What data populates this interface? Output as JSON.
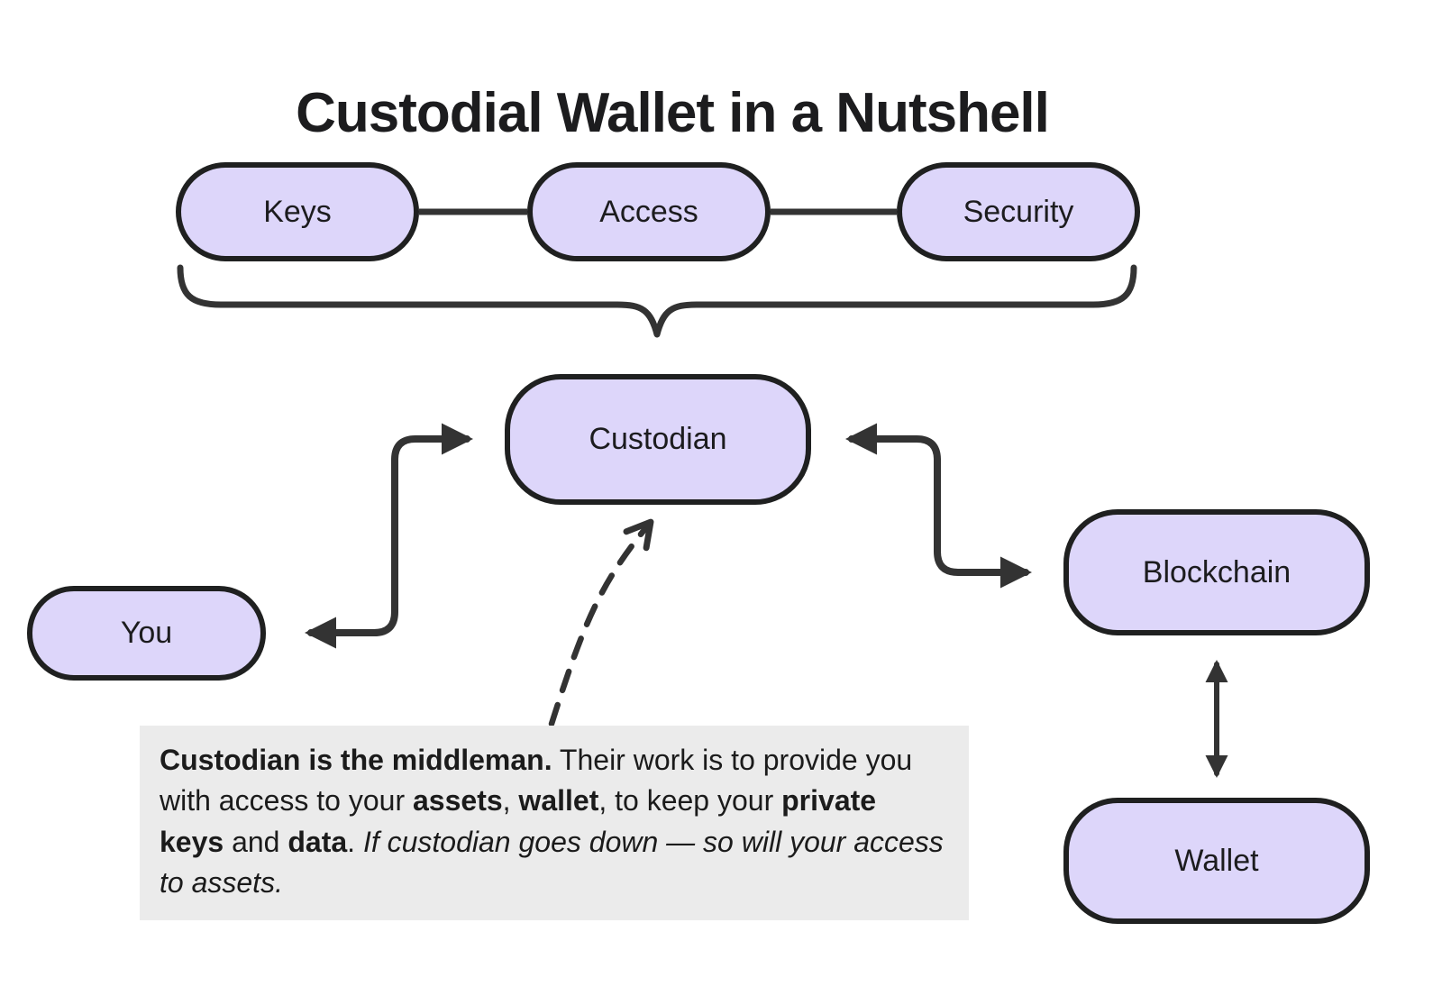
{
  "title": "Custodial Wallet in a Nutshell",
  "nodes": {
    "keys": {
      "label": "Keys"
    },
    "access": {
      "label": "Access"
    },
    "security": {
      "label": "Security"
    },
    "custodian": {
      "label": "Custodian"
    },
    "you": {
      "label": "You"
    },
    "blockchain": {
      "label": "Blockchain"
    },
    "wallet": {
      "label": "Wallet"
    }
  },
  "annotation": {
    "segments": [
      {
        "text": "Custodian is the middleman.",
        "style": "bold"
      },
      {
        "text": " Their work is to provide you with access to your ",
        "style": "normal"
      },
      {
        "text": "assets",
        "style": "bold"
      },
      {
        "text": ", ",
        "style": "normal"
      },
      {
        "text": "wallet",
        "style": "bold"
      },
      {
        "text": ", to keep your ",
        "style": "normal"
      },
      {
        "text": "private keys",
        "style": "bold"
      },
      {
        "text": " and ",
        "style": "normal"
      },
      {
        "text": "data",
        "style": "bold"
      },
      {
        "text": ". ",
        "style": "normal"
      },
      {
        "text": "If custodian goes down — so will your access to assets.",
        "style": "italic"
      }
    ]
  },
  "connections": [
    {
      "from": "keys",
      "to": "access",
      "type": "line"
    },
    {
      "from": "access",
      "to": "security",
      "type": "line"
    },
    {
      "from": "keys-access-security",
      "to": "custodian",
      "type": "brace"
    },
    {
      "from": "you",
      "to": "custodian",
      "type": "elbow-bidirectional-arrow"
    },
    {
      "from": "custodian",
      "to": "blockchain",
      "type": "elbow-bidirectional-arrow"
    },
    {
      "from": "blockchain",
      "to": "wallet",
      "type": "bidirectional-arrow"
    },
    {
      "from": "annotation",
      "to": "custodian",
      "type": "dashed-arrow"
    }
  ],
  "colors": {
    "node_fill": "#DDD6FA",
    "node_border": "#1F2020",
    "line": "#333333",
    "annotation_bg": "#EBEBEB",
    "text": "#1C1C1E"
  }
}
